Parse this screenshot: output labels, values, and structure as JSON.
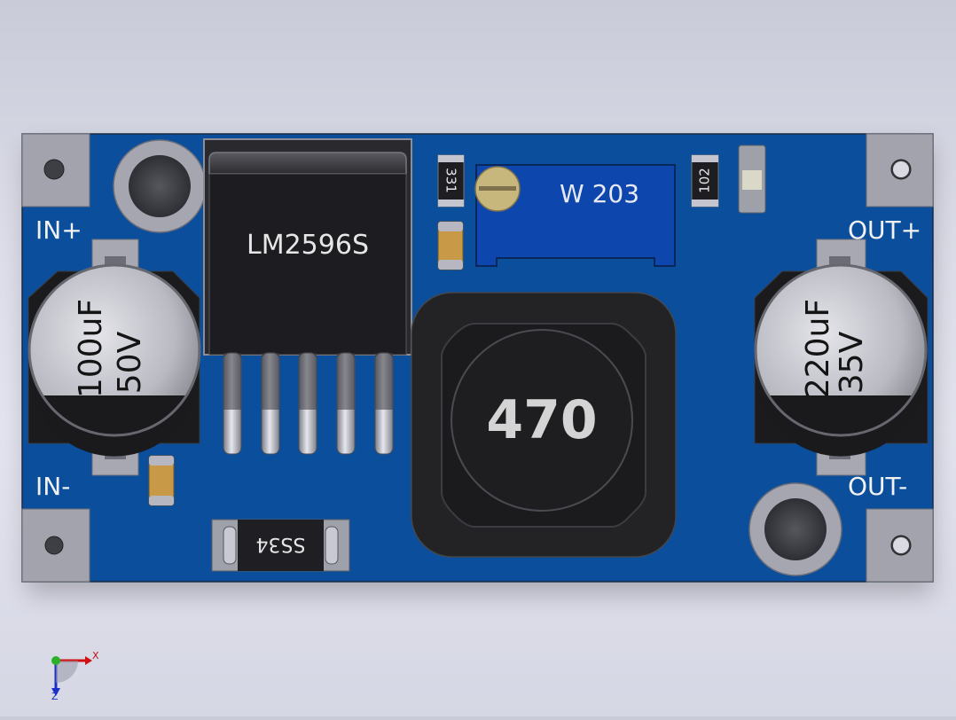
{
  "board": {
    "pcb_color": "#0b4f9c",
    "labels": {
      "in_plus": "IN+",
      "in_minus": "IN-",
      "out_plus": "OUT+",
      "out_minus": "OUT-"
    }
  },
  "components": {
    "regulator": {
      "marking": "LM2596S"
    },
    "inductor": {
      "marking": "470"
    },
    "input_capacitor": {
      "value": "100uF",
      "voltage": "50V"
    },
    "output_capacitor": {
      "value": "220uF",
      "voltage": "35V"
    },
    "potentiometer": {
      "marking": "W 203"
    },
    "resistor_1": {
      "marking": "331"
    },
    "resistor_2": {
      "marking": "102"
    },
    "diode": {
      "marking": "SS34"
    }
  },
  "axes": {
    "x": "X",
    "z": "Z"
  }
}
